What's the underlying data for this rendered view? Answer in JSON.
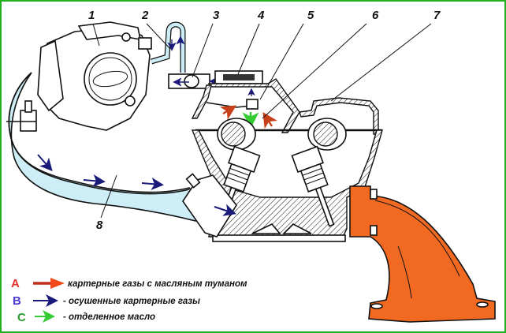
{
  "diagram": {
    "title": "Crankcase ventilation system",
    "callouts": [
      {
        "id": "1",
        "label": "1"
      },
      {
        "id": "2",
        "label": "2"
      },
      {
        "id": "3",
        "label": "3"
      },
      {
        "id": "4",
        "label": "4"
      },
      {
        "id": "5",
        "label": "5"
      },
      {
        "id": "6",
        "label": "6"
      },
      {
        "id": "7",
        "label": "7"
      },
      {
        "id": "8",
        "label": "8"
      }
    ],
    "legend": [
      {
        "letter": "A",
        "letter_color": "#e03030",
        "arrow_color": "#e04a1a",
        "arrow_style": "thick",
        "text": "картерные газы с масляным туманом"
      },
      {
        "letter": "B",
        "letter_color": "#4a3ad0",
        "arrow_color": "#1a1a7a",
        "arrow_style": "thin",
        "text": "- осушенные картерные газы"
      },
      {
        "letter": "C",
        "letter_color": "#2a9a2a",
        "arrow_color": "#33cc33",
        "arrow_style": "thin",
        "text": "- отделенное масло"
      }
    ],
    "colors": {
      "frame_border": "#22b022",
      "intake_pipe_fill": "#cdeef6",
      "exhaust_manifold_fill": "#f26a22",
      "flow_dry_gas": "#1a1a7a",
      "flow_oily_gas": "#c8401a",
      "flow_oil": "#33cc33"
    }
  }
}
